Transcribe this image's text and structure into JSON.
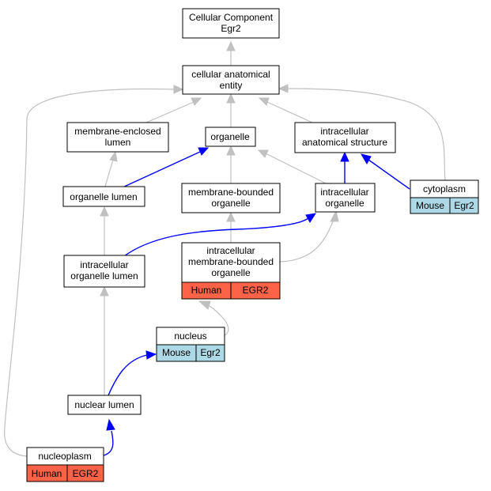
{
  "nodes": {
    "cellular_component": {
      "line1": "Cellular Component",
      "line2": "Egr2"
    },
    "cellular_anatomical_entity": {
      "line1": "cellular anatomical",
      "line2": "entity"
    },
    "membrane_enclosed_lumen": {
      "line1": "membrane-enclosed",
      "line2": "lumen"
    },
    "organelle": {
      "line1": "organelle"
    },
    "intracellular_anatomical_structure": {
      "line1": "intracellular",
      "line2": "anatomical structure"
    },
    "organelle_lumen": {
      "line1": "organelle lumen"
    },
    "membrane_bounded_organelle": {
      "line1": "membrane-bounded",
      "line2": "organelle"
    },
    "intracellular_organelle": {
      "line1": "intracellular",
      "line2": "organelle"
    },
    "cytoplasm": {
      "line1": "cytoplasm",
      "species": "Mouse",
      "gene": "Egr2"
    },
    "intracellular_organelle_lumen": {
      "line1": "intracellular",
      "line2": "organelle lumen"
    },
    "intracellular_membrane_bounded_organelle": {
      "line1": "intracellular",
      "line2": "membrane-bounded",
      "line3": "organelle",
      "species": "Human",
      "gene": "EGR2"
    },
    "nucleus": {
      "line1": "nucleus",
      "species": "Mouse",
      "gene": "Egr2"
    },
    "nuclear_lumen": {
      "line1": "nuclear lumen"
    },
    "nucleoplasm": {
      "line1": "nucleoplasm",
      "species": "Human",
      "gene": "EGR2"
    }
  },
  "colors": {
    "human_tag": "#ff6347",
    "mouse_tag": "#add8e6",
    "edge_default": "#c0c0c0",
    "edge_highlight": "#0000ff"
  }
}
